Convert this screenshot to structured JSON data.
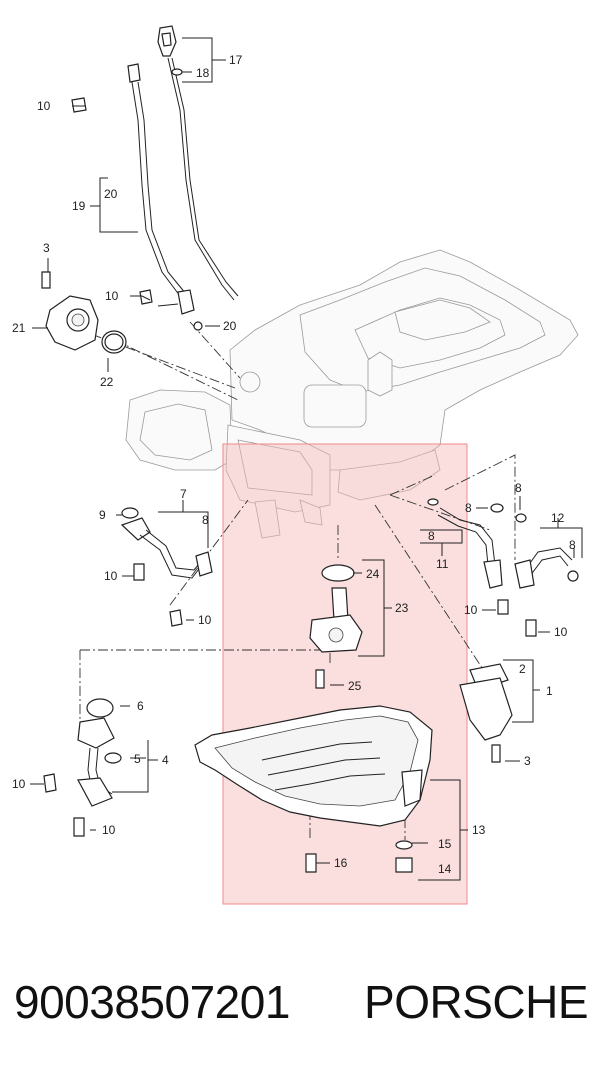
{
  "diagram": {
    "highlight_color": "#f08a8a",
    "callouts": {
      "c1": "1",
      "c2": "2",
      "c3a": "3",
      "c3b": "3",
      "c4": "4",
      "c5": "5",
      "c6": "6",
      "c7": "7",
      "c8a": "8",
      "c8b": "8",
      "c8c": "8",
      "c8d": "8",
      "c8e": "8",
      "c9": "9",
      "c10a": "10",
      "c10b": "10",
      "c10c": "10",
      "c10d": "10",
      "c10e": "10",
      "c10f": "10",
      "c10g": "10",
      "c10h": "10",
      "c11": "11",
      "c12": "12",
      "c13": "13",
      "c14": "14",
      "c15": "15",
      "c16": "16",
      "c17": "17",
      "c18": "18",
      "c19": "19",
      "c20a": "20",
      "c20b": "20",
      "c21": "21",
      "c22": "22",
      "c23": "23",
      "c24": "24",
      "c25": "25"
    }
  },
  "footer": {
    "part_number": "90038507201",
    "brand": "PORSCHE"
  }
}
